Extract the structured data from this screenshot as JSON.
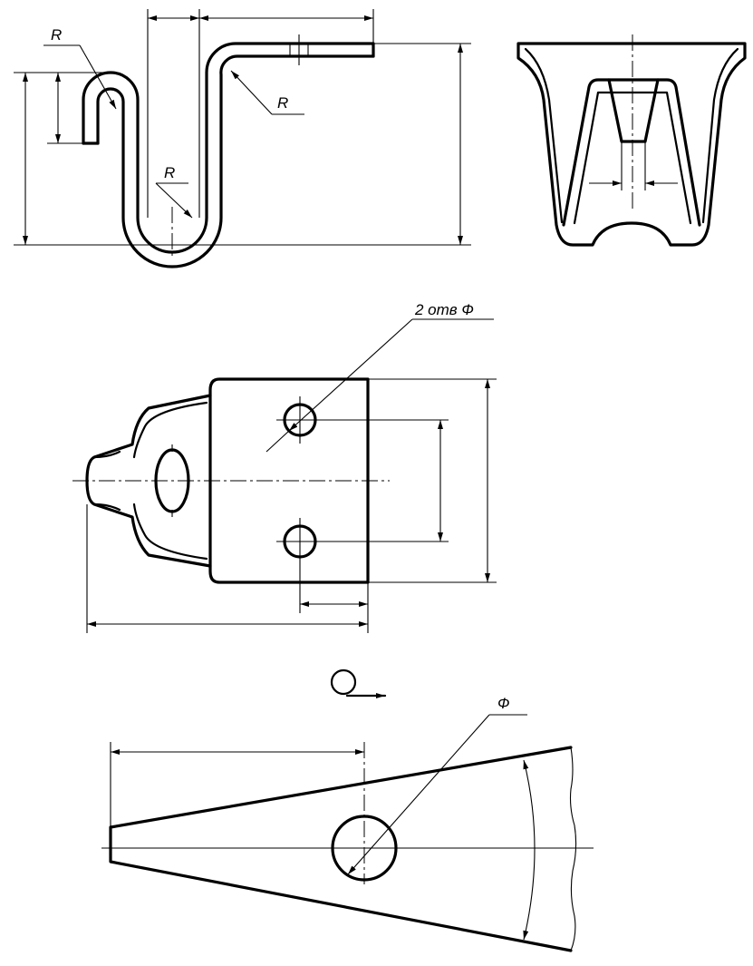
{
  "view1": {
    "radius_labels": [
      "R",
      "R",
      "R"
    ]
  },
  "view3": {
    "holes_label": "2 отв Ф"
  },
  "view4": {
    "diameter_label": "Ф"
  }
}
